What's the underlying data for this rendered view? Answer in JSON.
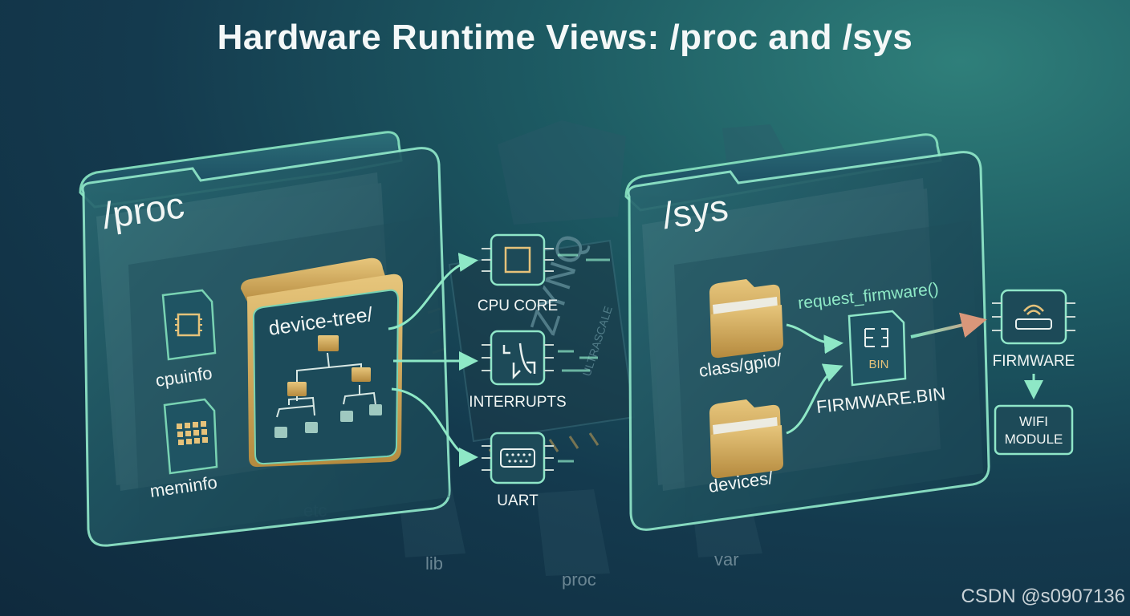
{
  "title": "Hardware Runtime Views: /proc and /sys",
  "proc": {
    "label": "/proc",
    "files": [
      "cpuinfo",
      "meminfo"
    ],
    "subfolder": "device-tree/"
  },
  "sys": {
    "label": "/sys",
    "folders": [
      "class/gpio/",
      "devices/"
    ],
    "function": "request_firmware()",
    "bin_icon_text": "BIN",
    "bin_name": "FIRMWARE.BIN"
  },
  "hardware": [
    "CPU CORE",
    "INTERRUPTS",
    "UART"
  ],
  "firmware": "FIRMWARE",
  "wifi": {
    "line1": "WIFI",
    "line2": "MODULE"
  },
  "background_dirs": [
    "etc",
    "lib",
    "proc",
    "var"
  ],
  "chip_text": "ZYNQ",
  "chip_subtext": "ULTRASCALE",
  "watermark": "CSDN @s0907136",
  "colors": {
    "accent": "#6fd9b0",
    "folder": "#d9b56a",
    "panel": "#1c4a5a"
  }
}
